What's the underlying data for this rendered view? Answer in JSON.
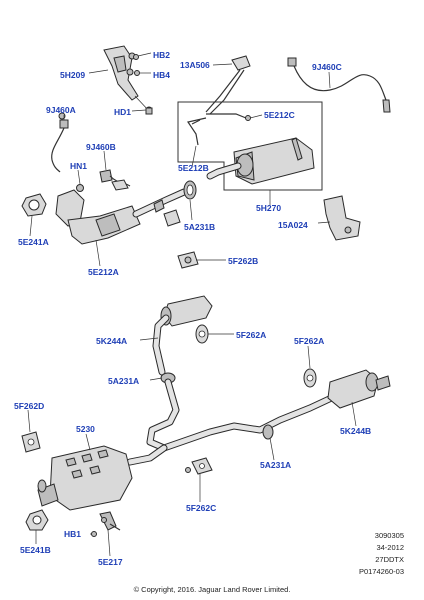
{
  "labels": {
    "hb2": "HB2",
    "l5h209": "5H209",
    "hb4": "HB4",
    "hd1": "HD1",
    "l13a506": "13A506",
    "l9j460c": "9J460C",
    "l9j460a": "9J460A",
    "l5e212c": "5E212C",
    "l9j460b": "9J460B",
    "hn1": "HN1",
    "l5e212b": "5E212B",
    "l5h270": "5H270",
    "l5e241a": "5E241A",
    "l5a231b": "5A231B",
    "l15a024": "15A024",
    "l5e212a": "5E212A",
    "l5f262b": "5F262B",
    "l5k244a": "5K244A",
    "l5f262a_top": "5F262A",
    "l5f262a_right": "5F262A",
    "l5a231a_left": "5A231A",
    "l5f262d": "5F262D",
    "l5230": "5230",
    "l5k244b": "5K244B",
    "l5a231a_right": "5A231A",
    "l5f262c": "5F262C",
    "hb1": "HB1",
    "l5e241b": "5E241B",
    "l5e217": "5E217"
  },
  "reference": {
    "code1": "3090305",
    "code2": "34-2012",
    "code3": "27DDTX",
    "code4": "P0174260-03"
  },
  "copyright": "© Copyright, 2016. Jaguar Land Rover Limited.",
  "colors": {
    "label": "#1f3fb6",
    "line": "#2a2a2a",
    "part_fill": "#d9d9d9"
  }
}
